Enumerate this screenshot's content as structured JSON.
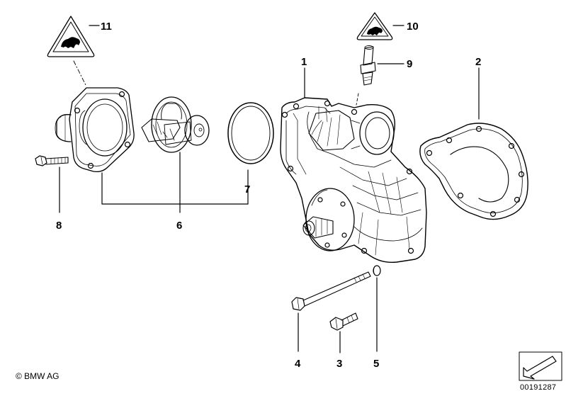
{
  "diagram": {
    "callouts": {
      "c1": "1",
      "c2": "2",
      "c3": "3",
      "c4": "4",
      "c5": "5",
      "c6": "6",
      "c7": "7",
      "c8": "8",
      "c9": "9",
      "c10": "10",
      "c11": "11"
    },
    "icons": [
      "warning-triangle-icon",
      "arrow-corner-icon"
    ]
  },
  "footer": {
    "copyright": "© BMW AG",
    "document_number": "00191287"
  }
}
